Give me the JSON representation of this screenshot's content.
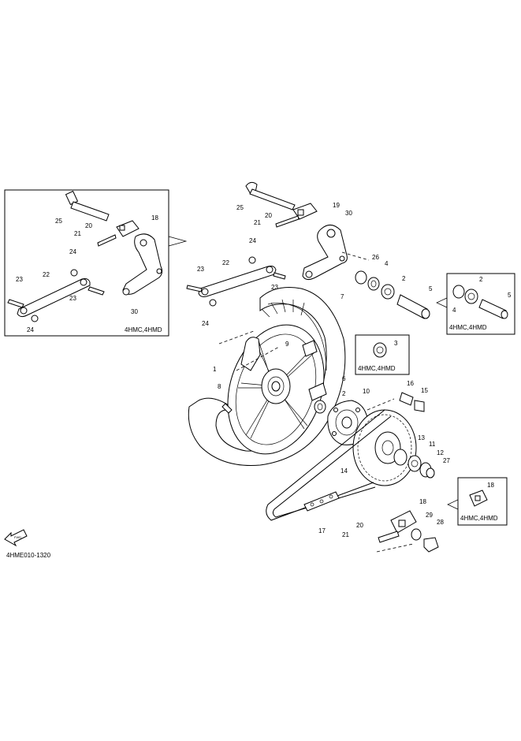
{
  "drawing_code": "4HME010-1320",
  "part_numbers": [
    "1",
    "2",
    "3",
    "4",
    "5",
    "6",
    "7",
    "8",
    "9",
    "10",
    "11",
    "12",
    "13",
    "14",
    "15",
    "16",
    "17",
    "18",
    "19",
    "20",
    "21",
    "22",
    "23",
    "24",
    "25",
    "26",
    "27",
    "28",
    "29",
    "30"
  ],
  "insets": {
    "left": "4HMC,4HMD",
    "right_bearing": "4HMC,4HMD",
    "hub_bearing": "4HMC,4HMD",
    "chain_puller": "4HMC,4HMD"
  },
  "icons": {
    "front_arrow": "front-arrow-icon"
  }
}
